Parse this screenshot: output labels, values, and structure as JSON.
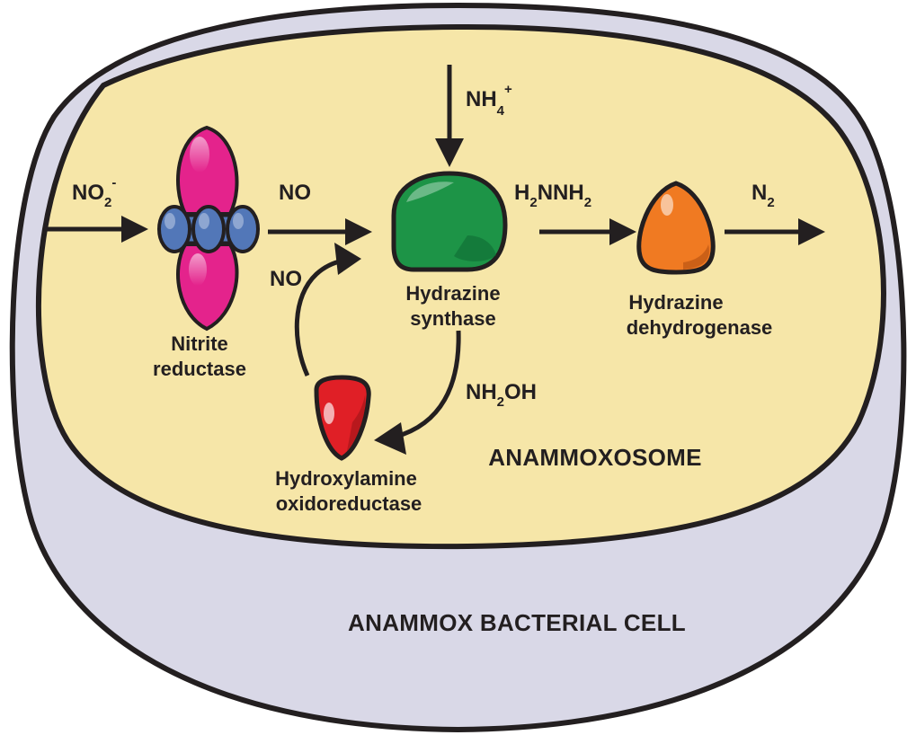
{
  "cell": {
    "label": "ANAMMOX BACTERIAL CELL",
    "cytoplasm_color": "#d9d8e7",
    "outline_color": "#231f20"
  },
  "anammoxosome": {
    "label": "ANAMMOXOSOME",
    "fill_color": "#f6e6a8"
  },
  "enzymes": {
    "nitrite_reductase": {
      "line1": "Nitrite",
      "line2": "reductase",
      "colors": {
        "lobe": "#e4238c",
        "bead": "#5277b8"
      }
    },
    "hydrazine_synthase": {
      "line1": "Hydrazine",
      "line2": "synthase",
      "color": "#1d9447"
    },
    "hydrazine_dehydrogenase": {
      "line1": "Hydrazine",
      "line2": "dehydrogenase",
      "color": "#f07a22"
    },
    "hydroxylamine_oxidoreductase": {
      "line1": "Hydroxylamine",
      "line2": "oxidoreductase",
      "color": "#e01f26"
    }
  },
  "molecules": {
    "nitrite": {
      "base": "NO",
      "sub": "2",
      "sup": "-"
    },
    "nitric_oxide_main": "NO",
    "nitric_oxide_loop": "NO",
    "ammonium": {
      "base": "NH",
      "sub": "4",
      "sup": "+"
    },
    "hydrazine": {
      "part1": "H",
      "sub1": "2",
      "part2": "NNH",
      "sub2": "2"
    },
    "dinitrogen": {
      "base": "N",
      "sub": "2"
    },
    "hydroxylamine": {
      "part1": "NH",
      "sub": "2",
      "part2": "OH"
    }
  }
}
